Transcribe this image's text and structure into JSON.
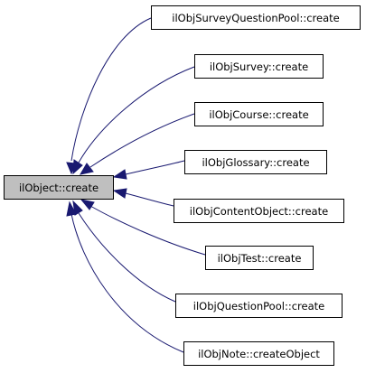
{
  "diagram": {
    "root": {
      "label": "ilObject::create",
      "fill": "#bfbfbf"
    },
    "callers": [
      {
        "label": "ilObjSurveyQuestionPool::create"
      },
      {
        "label": "ilObjSurvey::create"
      },
      {
        "label": "ilObjCourse::create"
      },
      {
        "label": "ilObjGlossary::create"
      },
      {
        "label": "ilObjContentObject::create"
      },
      {
        "label": "ilObjTest::create"
      },
      {
        "label": "ilObjQuestionPool::create"
      },
      {
        "label": "ilObjNote::createObject"
      }
    ],
    "colors": {
      "edge": "#191970",
      "node_fill": "#ffffff",
      "node_border": "#000000"
    }
  }
}
